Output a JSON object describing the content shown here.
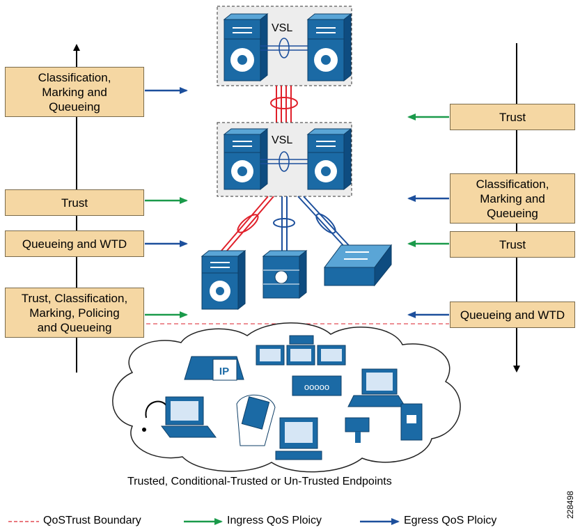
{
  "left_boxes": [
    "Classification,\nMarking and\nQueueing",
    "Trust",
    "Queueing and WTD",
    "Trust, Classification,\nMarking, Policing\nand Queueing"
  ],
  "right_boxes": [
    "Trust",
    "Classification,\nMarking and\nQueueing",
    "Trust",
    "Queueing and WTD"
  ],
  "vsl_label": "VSL",
  "endpoints_caption": "Trusted, Conditional-Trusted or Un-Trusted Endpoints",
  "legend": {
    "boundary": "QoSTrust Boundary",
    "ingress": "Ingress QoS Ploicy",
    "egress": "Egress QoS Ploicy"
  },
  "figure_id": "228498",
  "endpoint_icons": [
    "ip-phone-icon",
    "video-wall-icon",
    "headset-icon",
    "laptop-softphone-icon",
    "handheld-device-icon",
    "video-codec-icon",
    "laptop-icon",
    "desktop-pc-icon",
    "camera-icon",
    "server-icon"
  ],
  "colors": {
    "box_fill": "#f5d7a3",
    "device_blue": "#1b6aa5",
    "ingress_green": "#1a9a4a",
    "egress_blue": "#1c4f9c",
    "red_link": "#e0202a",
    "boundary_red": "#e24b55"
  }
}
